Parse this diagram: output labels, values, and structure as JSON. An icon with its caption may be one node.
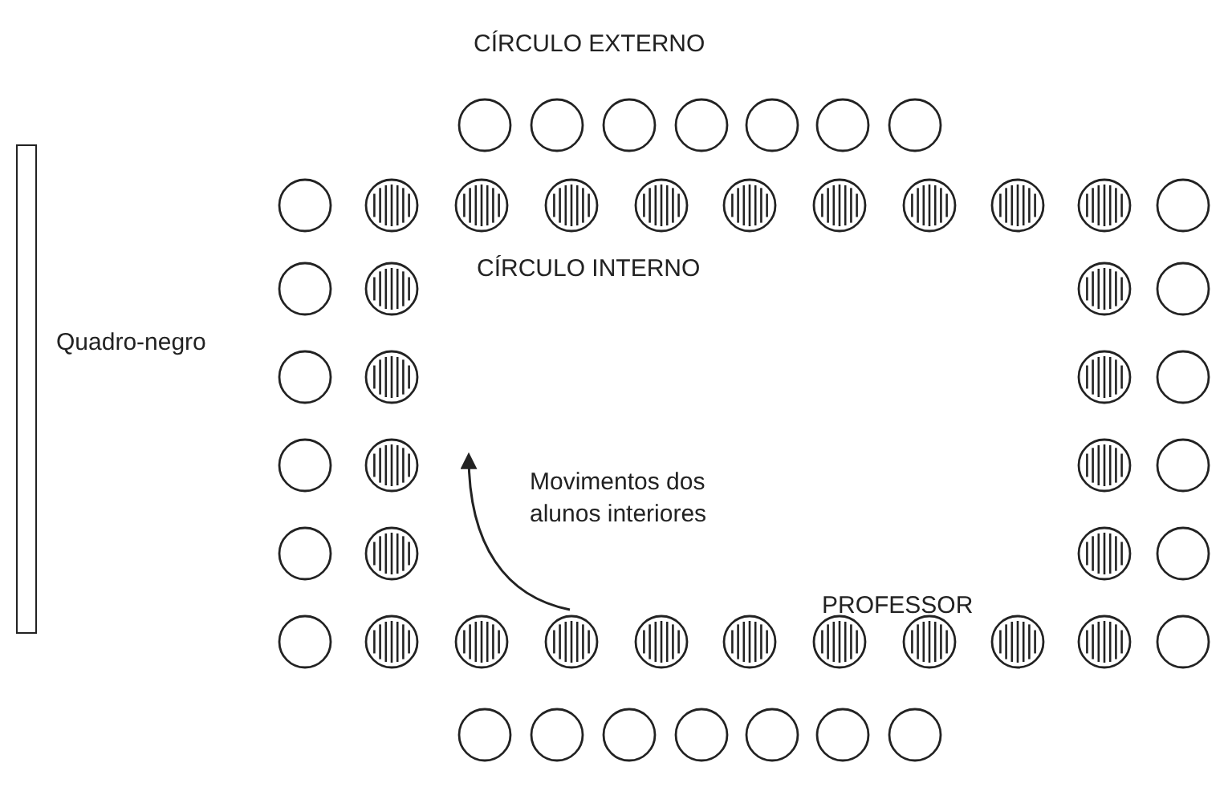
{
  "diagram": {
    "nodes": [
      {
        "text": [],
        "shape": "bar",
        "beside": [
          "Quadro-negro"
        ]
      }
    ],
    "labels": [
      "CÍRCULO EXTERNO",
      "CÍRCULO INTERNO",
      "Movimentos dos alunos interiores",
      "PROFESSOR"
    ]
  }
}
